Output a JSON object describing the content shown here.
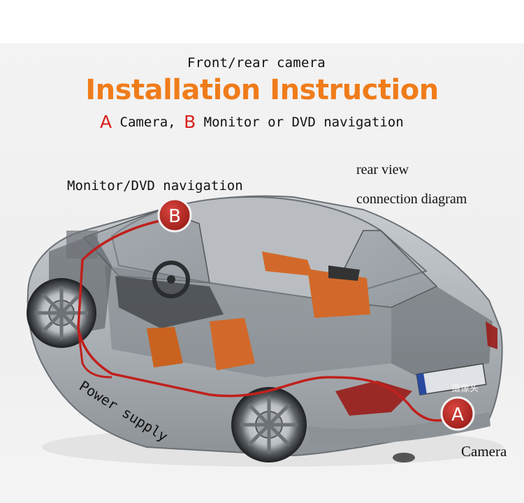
{
  "header": {
    "subtitle": "Front/rear camera",
    "title": "Installation Instruction",
    "legend": {
      "a_letter": "A",
      "a_text": " Camera, ",
      "b_letter": "B",
      "b_text": " Monitor or DVD navigation"
    }
  },
  "labels": {
    "monitor": "Monitor/DVD navigation",
    "rear_view": "rear view",
    "connection": "connection diagram",
    "power": "Power supply",
    "camera": "Camera",
    "camera_cn": "摄像头"
  },
  "markers": {
    "a": "A",
    "b": "B"
  },
  "colors": {
    "title": "#f07c1a",
    "marker_fill": "#b52420",
    "legend_letter": "#d8201b",
    "wire": "#c0201c",
    "seat": "#d2692a"
  }
}
